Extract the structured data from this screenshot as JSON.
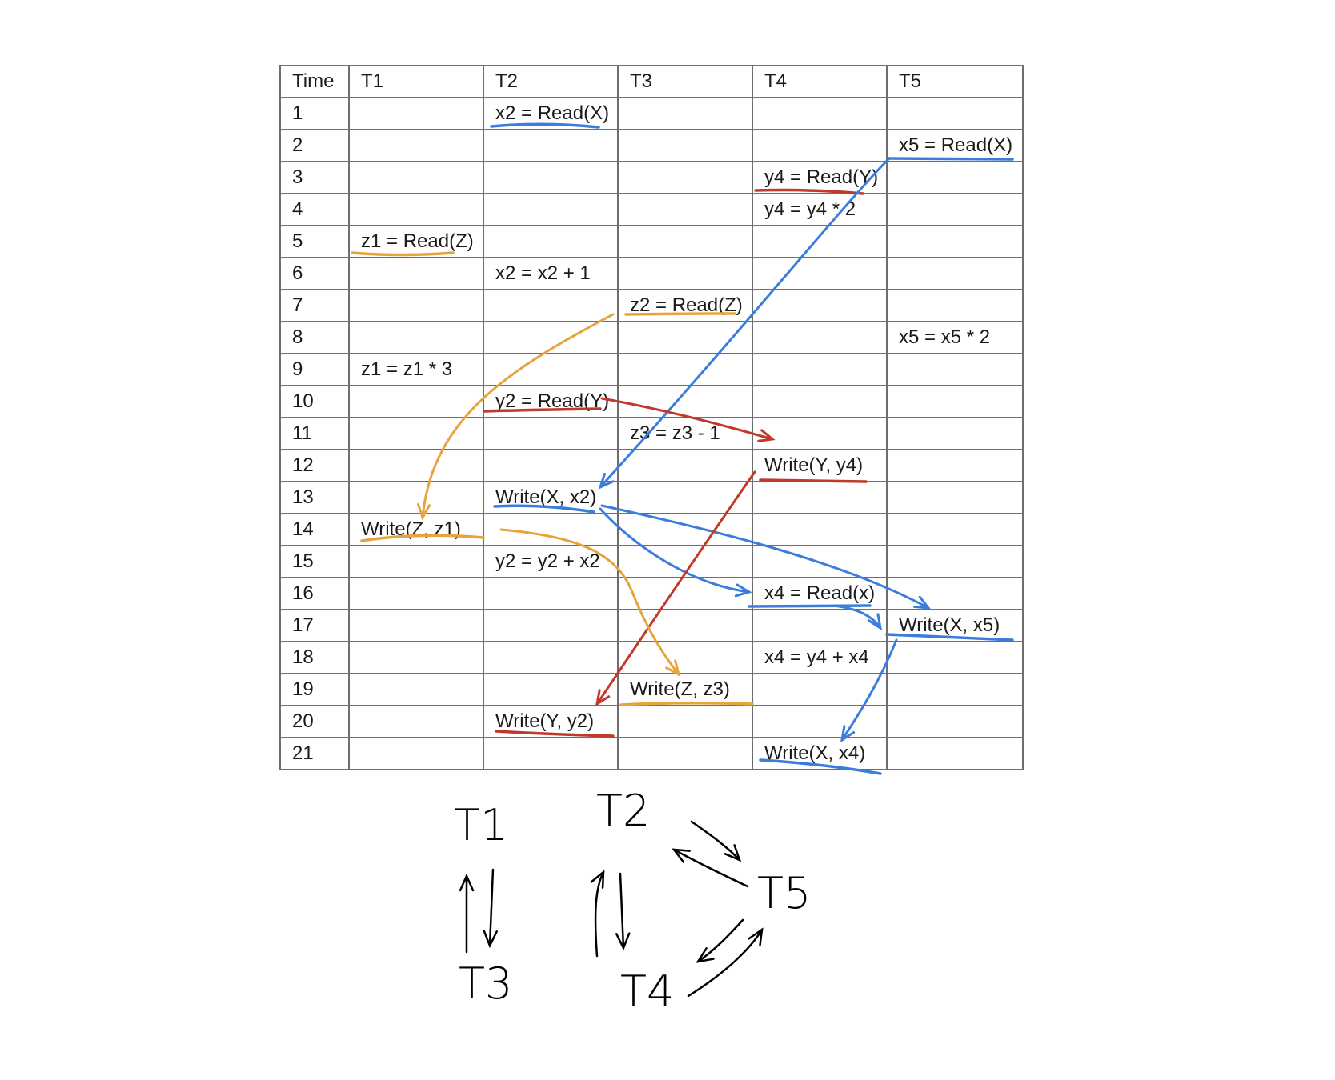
{
  "table": {
    "headers": [
      "Time",
      "T1",
      "T2",
      "T3",
      "T4",
      "T5"
    ],
    "rows": [
      [
        "1",
        "",
        "x2 = Read(X)",
        "",
        "",
        ""
      ],
      [
        "2",
        "",
        "",
        "",
        "",
        "x5 = Read(X)"
      ],
      [
        "3",
        "",
        "",
        "",
        "y4 = Read(Y)",
        ""
      ],
      [
        "4",
        "",
        "",
        "",
        "y4 = y4 * 2",
        ""
      ],
      [
        "5",
        "z1 = Read(Z)",
        "",
        "",
        "",
        ""
      ],
      [
        "6",
        "",
        "x2 = x2 + 1",
        "",
        "",
        ""
      ],
      [
        "7",
        "",
        "",
        "z2 = Read(Z)",
        "",
        ""
      ],
      [
        "8",
        "",
        "",
        "",
        "",
        "x5 = x5 * 2"
      ],
      [
        "9",
        "z1 = z1 * 3",
        "",
        "",
        "",
        ""
      ],
      [
        "10",
        "",
        "y2 = Read(Y)",
        "",
        "",
        ""
      ],
      [
        "11",
        "",
        "",
        "z3 = z3 - 1",
        "",
        ""
      ],
      [
        "12",
        "",
        "",
        "",
        "Write(Y, y4)",
        ""
      ],
      [
        "13",
        "",
        "Write(X, x2)",
        "",
        "",
        ""
      ],
      [
        "14",
        "Write(Z, z1)",
        "",
        "",
        "",
        ""
      ],
      [
        "15",
        "",
        "y2 = y2 + x2",
        "",
        "",
        ""
      ],
      [
        "16",
        "",
        "",
        "",
        "x4 = Read(x)",
        ""
      ],
      [
        "17",
        "",
        "",
        "",
        "",
        "Write(X, x5)"
      ],
      [
        "18",
        "",
        "",
        "",
        "x4 = y4 + x4",
        ""
      ],
      [
        "19",
        "",
        "",
        "Write(Z, z3)",
        "",
        ""
      ],
      [
        "20",
        "",
        "Write(Y, y2)",
        "",
        "",
        ""
      ],
      [
        "21",
        "",
        "",
        "",
        "Write(X, x4)",
        ""
      ]
    ]
  },
  "colors": {
    "x_conflict": "#3b7ddd",
    "y_conflict": "#c0392b",
    "z_conflict": "#e8a33d"
  },
  "graph": {
    "nodes": [
      "T1",
      "T2",
      "T3",
      "T4",
      "T5"
    ]
  }
}
